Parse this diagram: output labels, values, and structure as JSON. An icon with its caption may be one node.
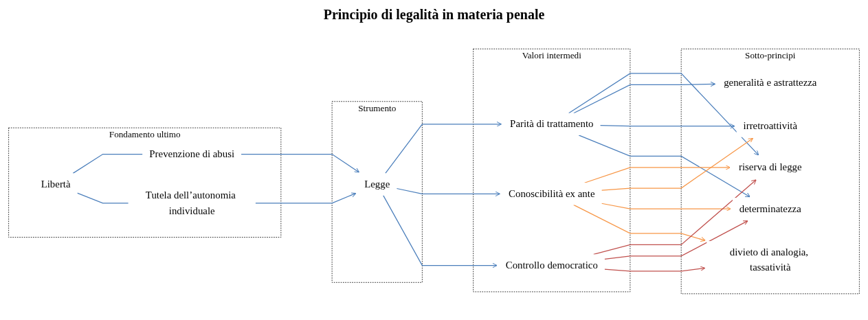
{
  "diagram": {
    "title": "Principio di legalità in materia penale",
    "nodes": [
      {
        "text": [
          "Fondamento ultimo"
        ]
      },
      {
        "text": [
          "Libertà"
        ],
        "in": 0
      },
      {
        "text": [
          "Prevenzione di abusi"
        ],
        "in": 0
      },
      {
        "text": [
          "Tutela dell’autonomia individuale"
        ],
        "in": 0
      },
      {
        "text": [
          "Strumento"
        ]
      },
      {
        "text": [
          "Legge"
        ],
        "in": 4
      },
      {
        "text": [
          "Valori intermedi"
        ]
      },
      {
        "text": [
          "Parità di trattamento"
        ],
        "in": 6
      },
      {
        "text": [
          "Conoscibilità ex ante"
        ],
        "in": 6
      },
      {
        "text": [
          "Controllo democratico"
        ],
        "in": 6
      },
      {
        "text": [
          "Sotto-principi"
        ]
      },
      {
        "text": [
          "riserva di legge"
        ],
        "in": 10
      },
      {
        "text": [
          "generalità e astrattezza"
        ],
        "in": 10
      },
      {
        "text": [
          "irretroattività"
        ],
        "in": 10
      },
      {
        "text": [
          "determinatezza"
        ],
        "in": 10
      },
      {
        "text": [
          "divieto di analogia, tassatività"
        ],
        "in": 10
      }
    ],
    "edges": [
      {
        "from": 1,
        "to": 2,
        "arrow": "none"
      },
      {
        "from": 1,
        "to": 3,
        "arrow": "none"
      },
      {
        "from": 2,
        "to": 5,
        "arrow": "to"
      },
      {
        "from": 3,
        "to": 5,
        "arrow": "to"
      },
      {
        "from": 5,
        "to": 7,
        "arrow": "to"
      },
      {
        "from": 5,
        "to": 8,
        "arrow": "to"
      },
      {
        "from": 5,
        "to": 9,
        "arrow": "to"
      },
      {
        "from": 7,
        "to": 11,
        "arrow": "to"
      },
      {
        "from": 7,
        "to": 12,
        "arrow": "to"
      },
      {
        "from": 7,
        "to": 13,
        "arrow": "to"
      },
      {
        "from": 7,
        "to": 14,
        "arrow": "to"
      },
      {
        "from": 8,
        "to": 11,
        "arrow": "to",
        "color": "#f79646"
      },
      {
        "from": 8,
        "to": 13,
        "arrow": "to",
        "color": "#f79646"
      },
      {
        "from": 8,
        "to": 14,
        "arrow": "to",
        "color": "#f79646"
      },
      {
        "from": 8,
        "to": 15,
        "arrow": "to",
        "color": "#f79646"
      },
      {
        "from": 9,
        "to": 11,
        "arrow": "to",
        "color": "#c0504d"
      },
      {
        "from": 9,
        "to": 14,
        "arrow": "to",
        "color": "#c0504d"
      },
      {
        "from": 9,
        "to": 15,
        "arrow": "to",
        "color": "#c0504d"
      }
    ]
  }
}
